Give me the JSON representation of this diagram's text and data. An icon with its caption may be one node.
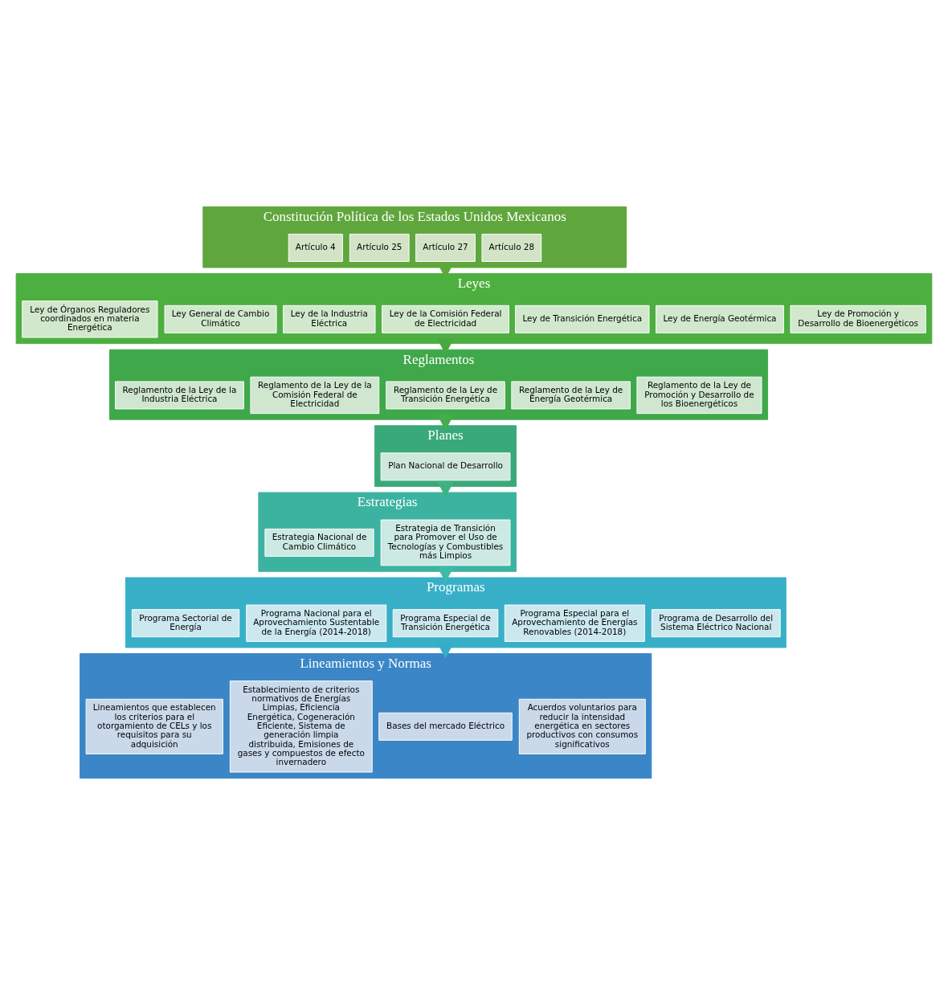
{
  "diagram": {
    "nodes": [
      {
        "text": [
          "Constitución Política de los Estados Unidos Mexicanos"
        ]
      },
      {
        "text": [
          "Artículo 4"
        ],
        "in": 0
      },
      {
        "text": [
          "Artículo 25"
        ],
        "in": 0
      },
      {
        "text": [
          "Artículo 27"
        ],
        "in": 0
      },
      {
        "text": [
          "Artículo 28"
        ],
        "in": 0
      },
      {
        "text": [
          "Leyes"
        ]
      },
      {
        "text": [
          "Ley de Órganos Reguladores coordinados en materia Energética"
        ],
        "in": 5
      },
      {
        "text": [
          "Ley General de Cambio Climático"
        ],
        "in": 5
      },
      {
        "text": [
          "Ley de la Industria Eléctrica"
        ],
        "in": 5
      },
      {
        "text": [
          "Ley de la Comisión Federal de Electricidad"
        ],
        "in": 5
      },
      {
        "text": [
          "Ley de Transición Energética"
        ],
        "in": 5
      },
      {
        "text": [
          "Ley de Energía Geotérmica"
        ],
        "in": 5
      },
      {
        "text": [
          "Ley de Promoción y Desarrollo de Bioenergéticos"
        ],
        "in": 5
      },
      {
        "text": [
          "Reglamentos"
        ]
      },
      {
        "text": [
          "Reglamento de la Ley de la Industria Eléctrica"
        ],
        "in": 13
      },
      {
        "text": [
          "Reglamento de la Ley de la Comisión Federal de Electricidad"
        ],
        "in": 13
      },
      {
        "text": [
          "Reglamento de la Ley de Transición Energética"
        ],
        "in": 13
      },
      {
        "text": [
          "Reglamento de la Ley de Energía Geotérmica"
        ],
        "in": 13
      },
      {
        "text": [
          "Reglamento de la Ley de Promoción y Desarrollo de los Bioenergéticos"
        ],
        "in": 13
      },
      {
        "text": [
          "Planes"
        ]
      },
      {
        "text": [
          "Plan Nacional de Desarrollo"
        ],
        "in": 19
      },
      {
        "text": [
          "Estrategias"
        ]
      },
      {
        "text": [
          "Estrategia Nacional de Cambio Climático"
        ],
        "in": 21
      },
      {
        "text": [
          "Estrategia de Transición para Promover el Uso de Tecnologías y Combustibles más Limpios"
        ],
        "in": 21
      },
      {
        "text": [
          "Programas"
        ]
      },
      {
        "text": [
          "Programa Sectorial de Energía"
        ],
        "in": 24
      },
      {
        "text": [
          "Programa Nacional para el Aprovechamiento Sustentable de la Energía (2014-2018)"
        ],
        "in": 24
      },
      {
        "text": [
          "Programa Especial de Transición Energética"
        ],
        "in": 24
      },
      {
        "text": [
          "Programa Especial para el Aprovechamiento de Energías Renovables (2014-2018)"
        ],
        "in": 24
      },
      {
        "text": [
          "Programa de Desarrollo del Sistema Eléctrico Nacional"
        ],
        "in": 24
      },
      {
        "text": [
          "Lineamientos y Normas"
        ]
      },
      {
        "text": [
          "Lineamientos que establecen los criterios para el otorgamiento de CELs y los requisitos para su adquisición"
        ],
        "in": 30
      },
      {
        "text": [
          "Establecimiento de criterios normativos de Energías Limpias, Eficiencia Energética, Cogeneración Eficiente, Sistema de generación limpia distribuida, Emisiones de gases y compuestos de efecto invernadero"
        ],
        "in": 30
      },
      {
        "text": [
          "Bases del mercado Eléctrico"
        ],
        "in": 30
      },
      {
        "text": [
          "Acuerdos voluntarios para reducir la intensidad energética en sectores productivos con consumos significativos"
        ],
        "in": 30
      }
    ],
    "edges": [
      {
        "from": 0,
        "to": 5,
        "arrow": "to",
        "style": "thick",
        "color": "#5ea83a"
      },
      {
        "from": 5,
        "to": 13,
        "arrow": "to",
        "style": "thick",
        "color": "#4aa843"
      },
      {
        "from": 13,
        "to": 19,
        "arrow": "to",
        "style": "thick",
        "color": "#44ae4a"
      },
      {
        "from": 19,
        "to": 21,
        "arrow": "to",
        "style": "thick",
        "color": "#3db280"
      },
      {
        "from": 21,
        "to": 24,
        "arrow": "to",
        "style": "thick",
        "color": "#3fbaa8"
      },
      {
        "from": 24,
        "to": 30,
        "arrow": "to",
        "style": "thick",
        "color": "#35acc8"
      }
    ]
  }
}
